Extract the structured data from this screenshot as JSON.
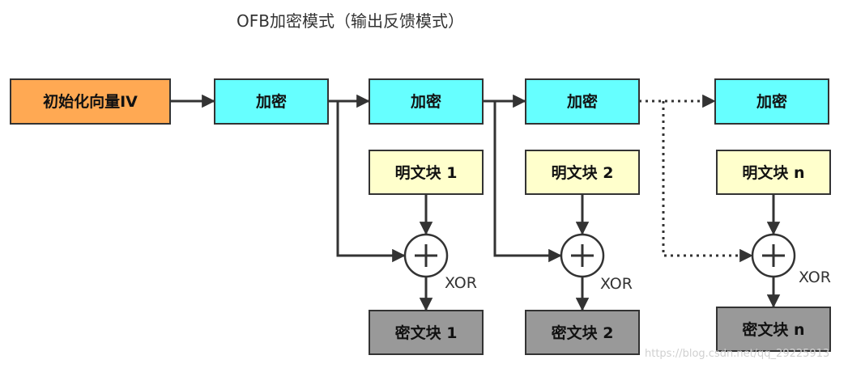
{
  "title": "OFB加密模式（输出反馈模式）",
  "colors": {
    "iv_fill": "#ffa953",
    "encrypt_fill": "#66ffff",
    "plaintext_fill": "#ffffcc",
    "ciphertext_fill": "#999999",
    "stroke": "#333333"
  },
  "iv": {
    "label": "初始化向量IV"
  },
  "encrypt_blocks": [
    {
      "label": "加密"
    },
    {
      "label": "加密"
    },
    {
      "label": "加密"
    },
    {
      "label": "加密"
    }
  ],
  "plaintext_blocks": [
    {
      "label": "明文块 1"
    },
    {
      "label": "明文块 2"
    },
    {
      "label": "明文块 n"
    }
  ],
  "xor_ops": [
    {
      "label": "XOR"
    },
    {
      "label": "XOR"
    },
    {
      "label": "XOR"
    }
  ],
  "ciphertext_blocks": [
    {
      "label": "密文块 1"
    },
    {
      "label": "密文块 2"
    },
    {
      "label": "密文块 n"
    }
  ],
  "watermark": "https://blog.csdn.net/qq_29225913"
}
